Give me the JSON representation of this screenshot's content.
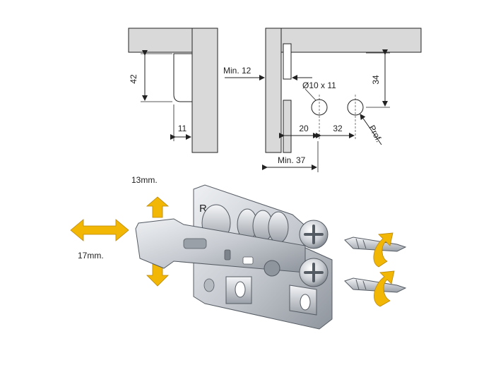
{
  "top_left_drawing": {
    "height_label": "42",
    "width_label": "11"
  },
  "top_right_drawing": {
    "min_thickness_label": "Min. 12",
    "hole_label": "Ø10 x 11",
    "height_label": "34",
    "offset_label": "20",
    "spacing_label": "32",
    "depth_label": "Prof.",
    "min_depth_label": "Min. 37"
  },
  "hinge_illustration": {
    "vertical_adjust_label": "13mm.",
    "horizontal_adjust_label": "17mm.",
    "side_mark": "R"
  },
  "colors": {
    "arrow": "#f2b705",
    "panel": "#d9d9d9",
    "line": "#222222",
    "metal": "#c8ccd2"
  }
}
